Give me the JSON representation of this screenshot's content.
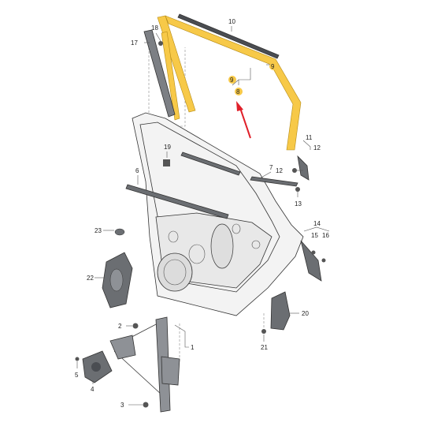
{
  "diagram": {
    "callouts": {
      "c1": "1",
      "c2": "2",
      "c3": "3",
      "c4": "4",
      "c5": "5",
      "c6": "6",
      "c7": "7",
      "c8": "8",
      "c9a": "9",
      "c9b": "9",
      "c10": "10",
      "c11": "11",
      "c12a": "12",
      "c12b": "12",
      "c13": "13",
      "c14": "14",
      "c15": "15",
      "c16": "16",
      "c17": "17",
      "c18": "18",
      "c19": "19",
      "c20": "20",
      "c21": "21",
      "c22": "22",
      "c23": "23"
    },
    "colors": {
      "highlight": "#f7c948",
      "arrow": "#e0202a",
      "door_fill": "#f3f3f3",
      "dark_part": "#6b6e72"
    }
  }
}
